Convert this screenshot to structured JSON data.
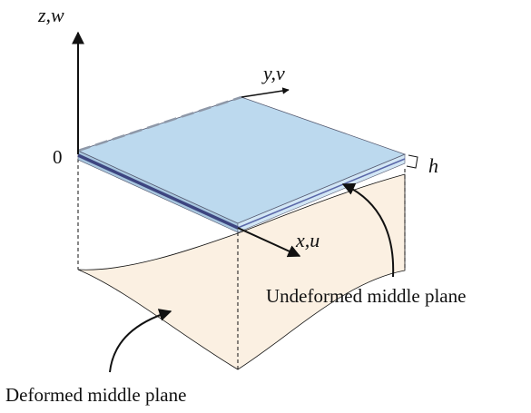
{
  "labels": {
    "z_axis": "z,w",
    "y_axis": "y,v",
    "x_axis": "x,u",
    "origin": "0",
    "thickness": "h",
    "undeformed": "Undeformed middle plane",
    "deformed": "Deformed middle plane"
  },
  "colors": {
    "plate_top": "#bcd9ee",
    "plate_edge_front": "#a9c7df",
    "plate_edge_side": "#d2e6f5",
    "middle_plane": "#5a67a8",
    "deformed_surface": "#fbf0e2",
    "lines": "#111111"
  }
}
